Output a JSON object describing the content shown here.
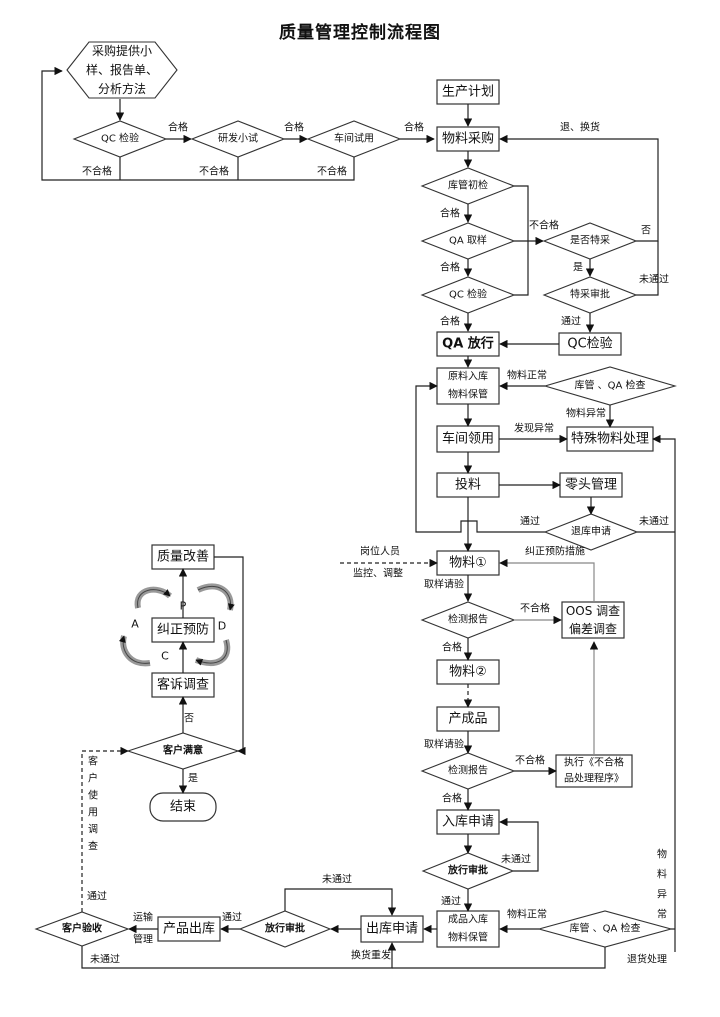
{
  "title": "质量管理控制流程图",
  "nodes": {
    "supplier_sample": "采购提供小样、报告单、分析方法",
    "supplier_sample_lines": [
      "采购提供小",
      "样、报告单、",
      "分析方法"
    ],
    "qc_check_1": "QC 检验",
    "rd_trial": "研发小试",
    "workshop_trial": "车间试用",
    "production_plan": "生产计划",
    "material_purchase": "物料采购",
    "warehouse_initial_check": "库管初检",
    "qa_sampling": "QA 取样",
    "qc_check_2": "QC 检验",
    "special_purchase_q": "是否特采",
    "special_approval": "特采审批",
    "qa_release": "QA 放行",
    "qc_check_3": "QC检验",
    "raw_storage_lines": [
      "原料入库",
      "物料保管"
    ],
    "warehouse_qa_check_1": "库管 、QA 检查",
    "workshop_requisition": "车间领用",
    "special_material_handling": "特殊物料处理",
    "feeding": "投料",
    "leftover_management": "零头管理",
    "return_request": "退库申请",
    "material_1": "物料①",
    "inspection_report_1": "检测报告",
    "oos_lines": [
      "OOS 调查",
      "偏差调查"
    ],
    "material_2": "物料②",
    "finished_product": "产成品",
    "inspection_report_2": "检测报告",
    "nonconforming_lines": [
      "执行《不合格",
      "品处理程序》"
    ],
    "storage_request": "入库申请",
    "release_approval_1": "放行审批",
    "finished_storage_lines": [
      "成品入库",
      "物料保管"
    ],
    "warehouse_qa_check_2": "库管 、QA 检查",
    "outbound_request": "出库申请",
    "release_approval_2": "放行审批",
    "product_outbound": "产品出库",
    "customer_acceptance": "客户验收",
    "customer_satisfied": "客户满意",
    "complaint_investigation": "客诉调查",
    "corrective_preventive": "纠正预防",
    "quality_improvement": "质量改善",
    "end": "结束"
  },
  "labels": {
    "pass": "合格",
    "fail": "不合格",
    "return_exchange": "退、换货",
    "no": "否",
    "yes": "是",
    "not_passed": "未通过",
    "passed": "通过",
    "material_normal": "物料正常",
    "material_abnormal": "物料异常",
    "abnormal_found": "发现异常",
    "post_staff": "岗位人员",
    "monitor_adjust": "监控、调整",
    "corrective_measures": "纠正预防措施",
    "sample_request": "取样请验",
    "transport_lines": [
      "运输",
      "管理"
    ],
    "exchange_resend": "换货重发",
    "return_handling": "退货处理",
    "material_abnormal_vertical": [
      "物",
      "料",
      "异",
      "常"
    ],
    "customer_use_survey_vertical": [
      "客",
      "户",
      "使",
      "用",
      "调",
      "查"
    ],
    "pdca": {
      "p": "P",
      "d": "D",
      "c": "C",
      "a": "A"
    }
  },
  "colors": {
    "line": "#222222",
    "gray_line": "#888888",
    "arrow_fill": "#bbbbbb",
    "box_border": "#333333"
  }
}
